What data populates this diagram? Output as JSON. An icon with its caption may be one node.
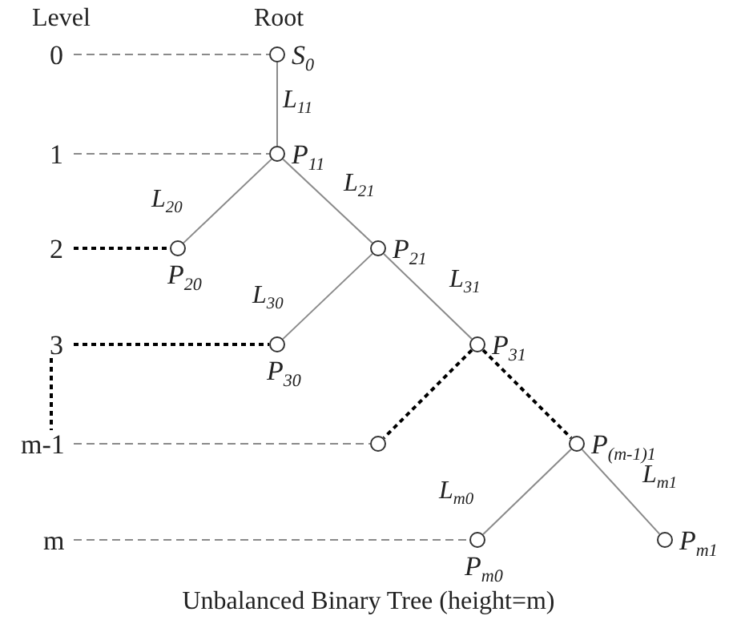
{
  "diagram": {
    "caption": "Unbalanced Binary Tree (height=m)",
    "nodes": [
      {
        "text": [
          "0"
        ]
      },
      {
        "text": [
          "S$_{0}$"
        ]
      },
      {
        "text": [
          "1"
        ]
      },
      {
        "text": [
          "P$_{11}$"
        ]
      },
      {
        "text": [
          "2"
        ]
      },
      {
        "text": [
          "P$_{20}$"
        ]
      },
      {
        "text": [
          "P$_{21}$"
        ]
      },
      {
        "text": [
          "3"
        ]
      },
      {
        "text": [
          "P$_{30}$"
        ]
      },
      {
        "text": [
          "P$_{31}$"
        ]
      },
      {
        "text": [
          "m-1"
        ]
      },
      {
        "text": [],
        "shape": "circle"
      },
      {
        "text": [
          "P$_{(m-1)1}$"
        ]
      },
      {
        "text": [
          "m"
        ]
      },
      {
        "text": [
          "P$_{m0}$"
        ]
      },
      {
        "text": [
          "P$_{m1}$"
        ]
      }
    ],
    "edges": [
      {
        "from": 0,
        "to": 1,
        "arrow": "none",
        "style": "dashed"
      },
      {
        "from": 1,
        "to": 3,
        "arrow": "none",
        "label": "L$_{11}$"
      },
      {
        "from": 2,
        "to": 3,
        "arrow": "none",
        "style": "dashed"
      },
      {
        "from": 3,
        "to": 5,
        "arrow": "none",
        "label": "L$_{20}$"
      },
      {
        "from": 3,
        "to": 6,
        "arrow": "none",
        "label": "L$_{21}$"
      },
      {
        "from": 4,
        "to": 5,
        "arrow": "none",
        "style": "dashed",
        "color": "#000000"
      },
      {
        "from": 6,
        "to": 8,
        "arrow": "none",
        "label": "L$_{30}$"
      },
      {
        "from": 6,
        "to": 9,
        "arrow": "none",
        "label": "L$_{31}$"
      },
      {
        "from": 7,
        "to": 8,
        "arrow": "none",
        "style": "dashed",
        "color": "#000000"
      },
      {
        "from": 7,
        "to": 10,
        "arrow": "none",
        "style": "dashed",
        "color": "#000000"
      },
      {
        "from": 9,
        "to": 11,
        "arrow": "none",
        "style": "dashed",
        "color": "#000000"
      },
      {
        "from": 9,
        "to": 12,
        "arrow": "none",
        "style": "dashed",
        "color": "#000000"
      },
      {
        "from": 10,
        "to": 11,
        "arrow": "none",
        "style": "dashed"
      },
      {
        "from": 12,
        "to": 14,
        "arrow": "none",
        "label": "L$_{m0}$"
      },
      {
        "from": 12,
        "to": 15,
        "arrow": "none",
        "label": "L$_{m1}$"
      },
      {
        "from": 13,
        "to": 14,
        "arrow": "none",
        "style": "dashed"
      }
    ],
    "labels": [
      "Level",
      "Root"
    ]
  }
}
